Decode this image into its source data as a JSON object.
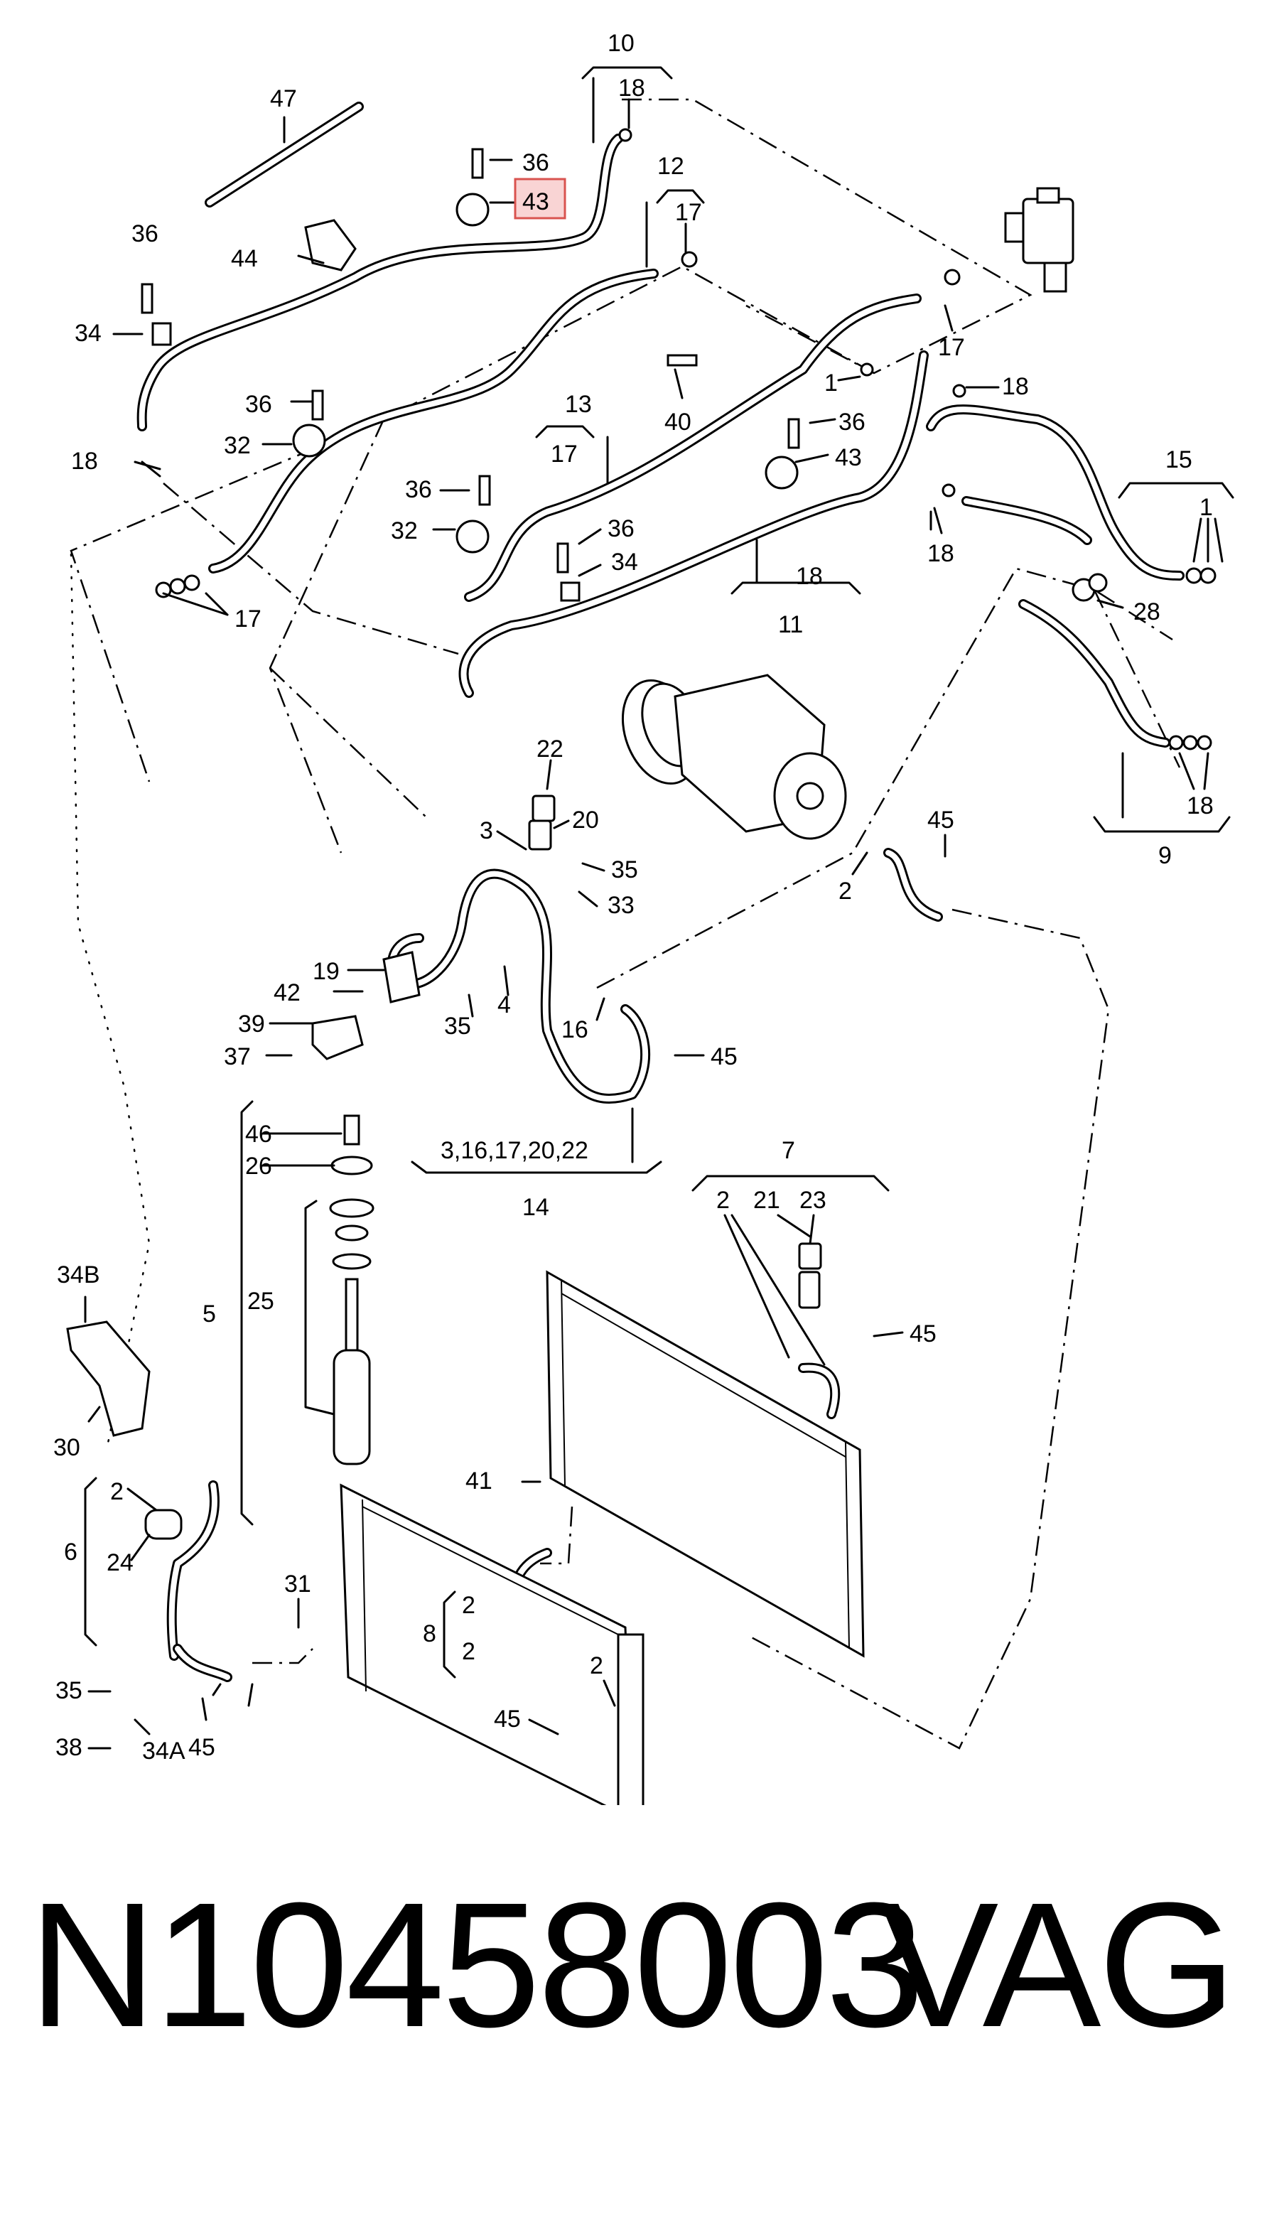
{
  "diagram": {
    "highlighted_label": "43",
    "labels": {
      "l10": "10",
      "l47": "47",
      "l18a": "18",
      "l36a": "36",
      "l43a": "43",
      "l12": "12",
      "l17a": "17",
      "l36b": "36",
      "l44": "44",
      "l34a": "34",
      "l17b": "17",
      "l1a": "1",
      "l18b": "18",
      "l40": "40",
      "l36c": "36",
      "l32a": "32",
      "l13": "13",
      "l17c": "17",
      "l36d": "36",
      "l43b": "43",
      "l18c": "18",
      "l15": "15",
      "l1b": "1",
      "l36e": "36",
      "l32b": "32",
      "l36f": "36",
      "l34b": "34",
      "l18d": "18",
      "l18e": "18",
      "l11": "11",
      "l28": "28",
      "l17d": "17",
      "l22": "22",
      "l3": "3",
      "l20": "20",
      "l35a": "35",
      "l33": "33",
      "l45a": "45",
      "l2a": "2",
      "l18f": "18",
      "l9": "9",
      "l19": "19",
      "l42": "42",
      "l39": "39",
      "l37": "37",
      "l35b": "35",
      "l4": "4",
      "l16": "16",
      "l45b": "45",
      "l46": "46",
      "l26": "26",
      "l14group": "3,16,17,20,22",
      "l14": "14",
      "l7": "7",
      "l2b": "2",
      "l21": "21",
      "l23": "23",
      "l45c": "45",
      "l34B": "34B",
      "l25": "25",
      "l5": "5",
      "l30": "30",
      "l2c": "2",
      "l6": "6",
      "l24": "24",
      "l41": "41",
      "l31": "31",
      "l8": "8",
      "l2d": "2",
      "l2e": "2",
      "l35c": "35",
      "l45d": "45",
      "l2f": "2",
      "l38": "38",
      "l34A": "34A",
      "l45e": "45"
    }
  },
  "footer": {
    "part_number": "N10458003",
    "brand": "VAG"
  }
}
